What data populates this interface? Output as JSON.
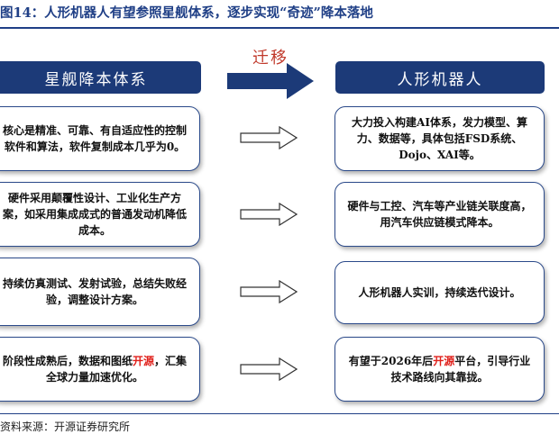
{
  "title": "图14：人形机器人有望参照星舰体系，逐步实现“奇迹”降本落地",
  "migrate_label": "迁移",
  "left_header": "星舰降本体系",
  "right_header": "人形机器人",
  "left_cards": [
    {
      "text": "核心是精准、可靠、有自适应性的控制软件和算法，软件复制成本几乎为0。"
    },
    {
      "text": "硬件采用颠覆性设计、工业化生产方案，如采用集成成式的普通发动机降低成本。"
    },
    {
      "text": "持续仿真测试、发射试验，总结失败经验，调整设计方案。"
    },
    {
      "text_before": "阶段性成熟后，数据和图纸",
      "highlight": "开源",
      "text_after": "，汇集全球力量加速优化。"
    }
  ],
  "right_cards": [
    {
      "text": "大力投入构建AI体系，发力模型、算力、数据等，具体包括FSD系统、Dojo、XAI等。"
    },
    {
      "text": "硬件与工控、汽车等产业链关联度高，用汽车供应链模式降本。"
    },
    {
      "text": "人形机器人实训，持续迭代设计。"
    },
    {
      "text_before": "有望于2026年后",
      "highlight": "开源",
      "text_after": "平台，引导行业技术路线向其靠拢。"
    }
  ],
  "source": "资料来源：开源证券研究所",
  "colors": {
    "navy": "#1c3a78",
    "highlight": "#e0201b"
  }
}
